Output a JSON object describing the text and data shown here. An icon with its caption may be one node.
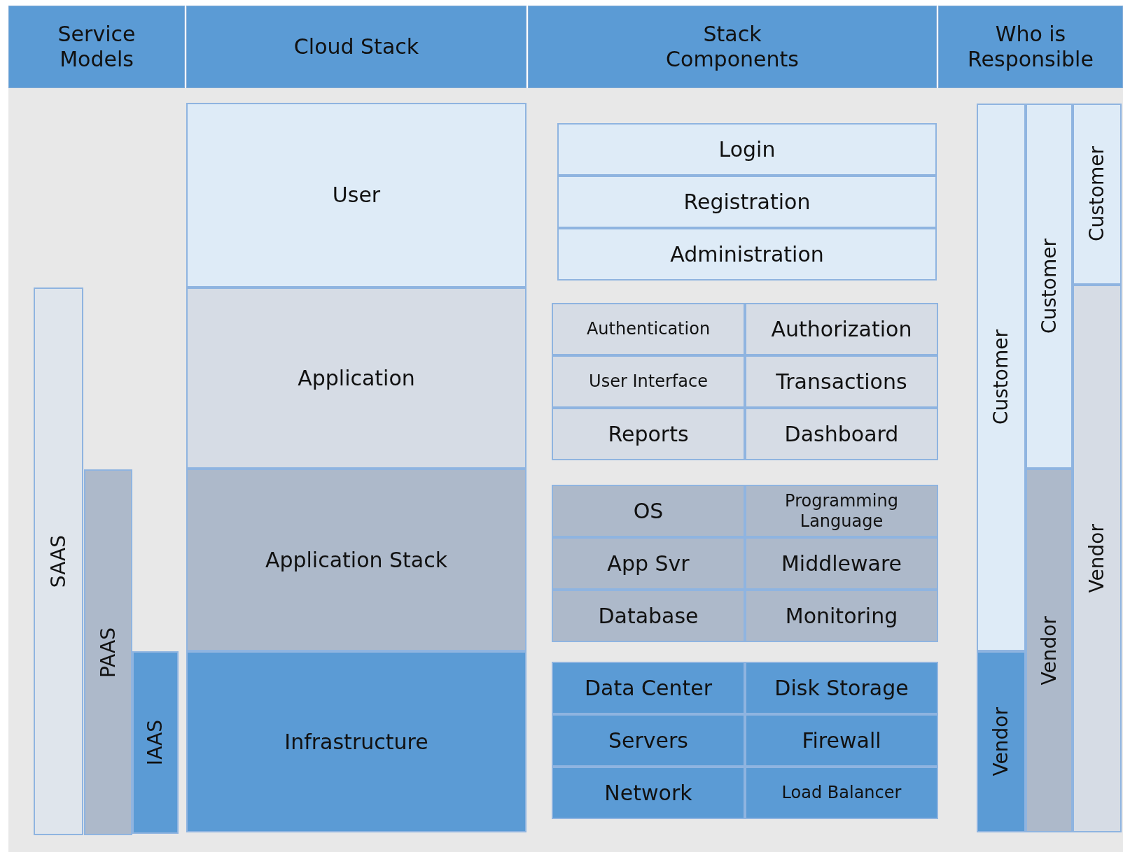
{
  "diagram": {
    "nodes": [
      {
        "text": [
          "Service Models"
        ]
      },
      {
        "text": [
          "Cloud Stack"
        ]
      },
      {
        "text": [
          "Stack Components"
        ]
      },
      {
        "text": [
          "Who is Responsible"
        ]
      },
      {
        "text": [
          "SAAS"
        ]
      },
      {
        "text": [
          "PAAS"
        ]
      },
      {
        "text": [
          "IAAS"
        ]
      },
      {
        "text": [
          "User"
        ]
      },
      {
        "text": [
          "Application"
        ]
      },
      {
        "text": [
          "Application Stack"
        ]
      },
      {
        "text": [
          "Infrastructure"
        ]
      },
      {
        "text": [
          "Login"
        ]
      },
      {
        "text": [
          "Registration"
        ]
      },
      {
        "text": [
          "Administration"
        ]
      },
      {
        "text": [
          "Authentication"
        ]
      },
      {
        "text": [
          "Authorization"
        ]
      },
      {
        "text": [
          "User Interface"
        ]
      },
      {
        "text": [
          "Transactions"
        ]
      },
      {
        "text": [
          "Reports"
        ]
      },
      {
        "text": [
          "Dashboard"
        ]
      },
      {
        "text": [
          "OS"
        ]
      },
      {
        "text": [
          "Programming Language"
        ]
      },
      {
        "text": [
          "App Svr"
        ]
      },
      {
        "text": [
          "Middleware"
        ]
      },
      {
        "text": [
          "Database"
        ]
      },
      {
        "text": [
          "Monitoring"
        ]
      },
      {
        "text": [
          "Data Center"
        ]
      },
      {
        "text": [
          "Disk Storage"
        ]
      },
      {
        "text": [
          "Servers"
        ]
      },
      {
        "text": [
          "Firewall"
        ]
      },
      {
        "text": [
          "Network"
        ]
      },
      {
        "text": [
          "Load Balancer"
        ]
      },
      {
        "text": [
          "Customer"
        ]
      },
      {
        "text": [
          "Vendor"
        ]
      },
      {
        "text": [
          "Customer"
        ]
      },
      {
        "text": [
          "Vendor"
        ]
      },
      {
        "text": [
          "Customer"
        ]
      },
      {
        "text": [
          "Vendor"
        ]
      }
    ]
  }
}
